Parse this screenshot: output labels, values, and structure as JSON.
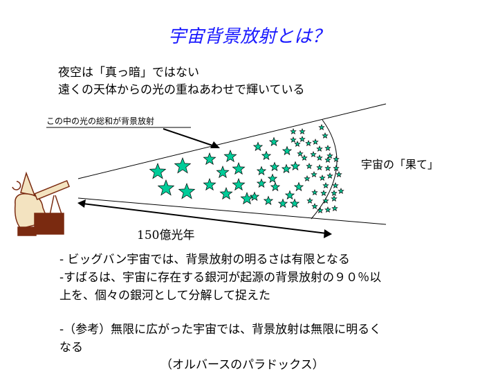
{
  "title": "宇宙背景放射とは？",
  "intro": [
    "夜空は「真っ暗」ではない",
    "遠くの天体からの光の重ねあわせで輝いている"
  ],
  "diagram": {
    "callout": "この中の光の総和が背景放射",
    "edge_label": "宇宙の「果て」",
    "distance_label": "150億光年",
    "star_color": "#00cc99",
    "line_color": "#000000"
  },
  "bullets": [
    "- ビッグバン宇宙では、背景放射の明るさは有限となる",
    "-すばるは、宇宙に存在する銀河が起源の背景放射の９０％以",
    "上を、個々の銀河として分解して捉えた",
    "-（参考）無限に広がった宇宙では、背景放射は無限に明るく",
    "なる"
  ],
  "footnote": "（オルバースのパラドックス）"
}
